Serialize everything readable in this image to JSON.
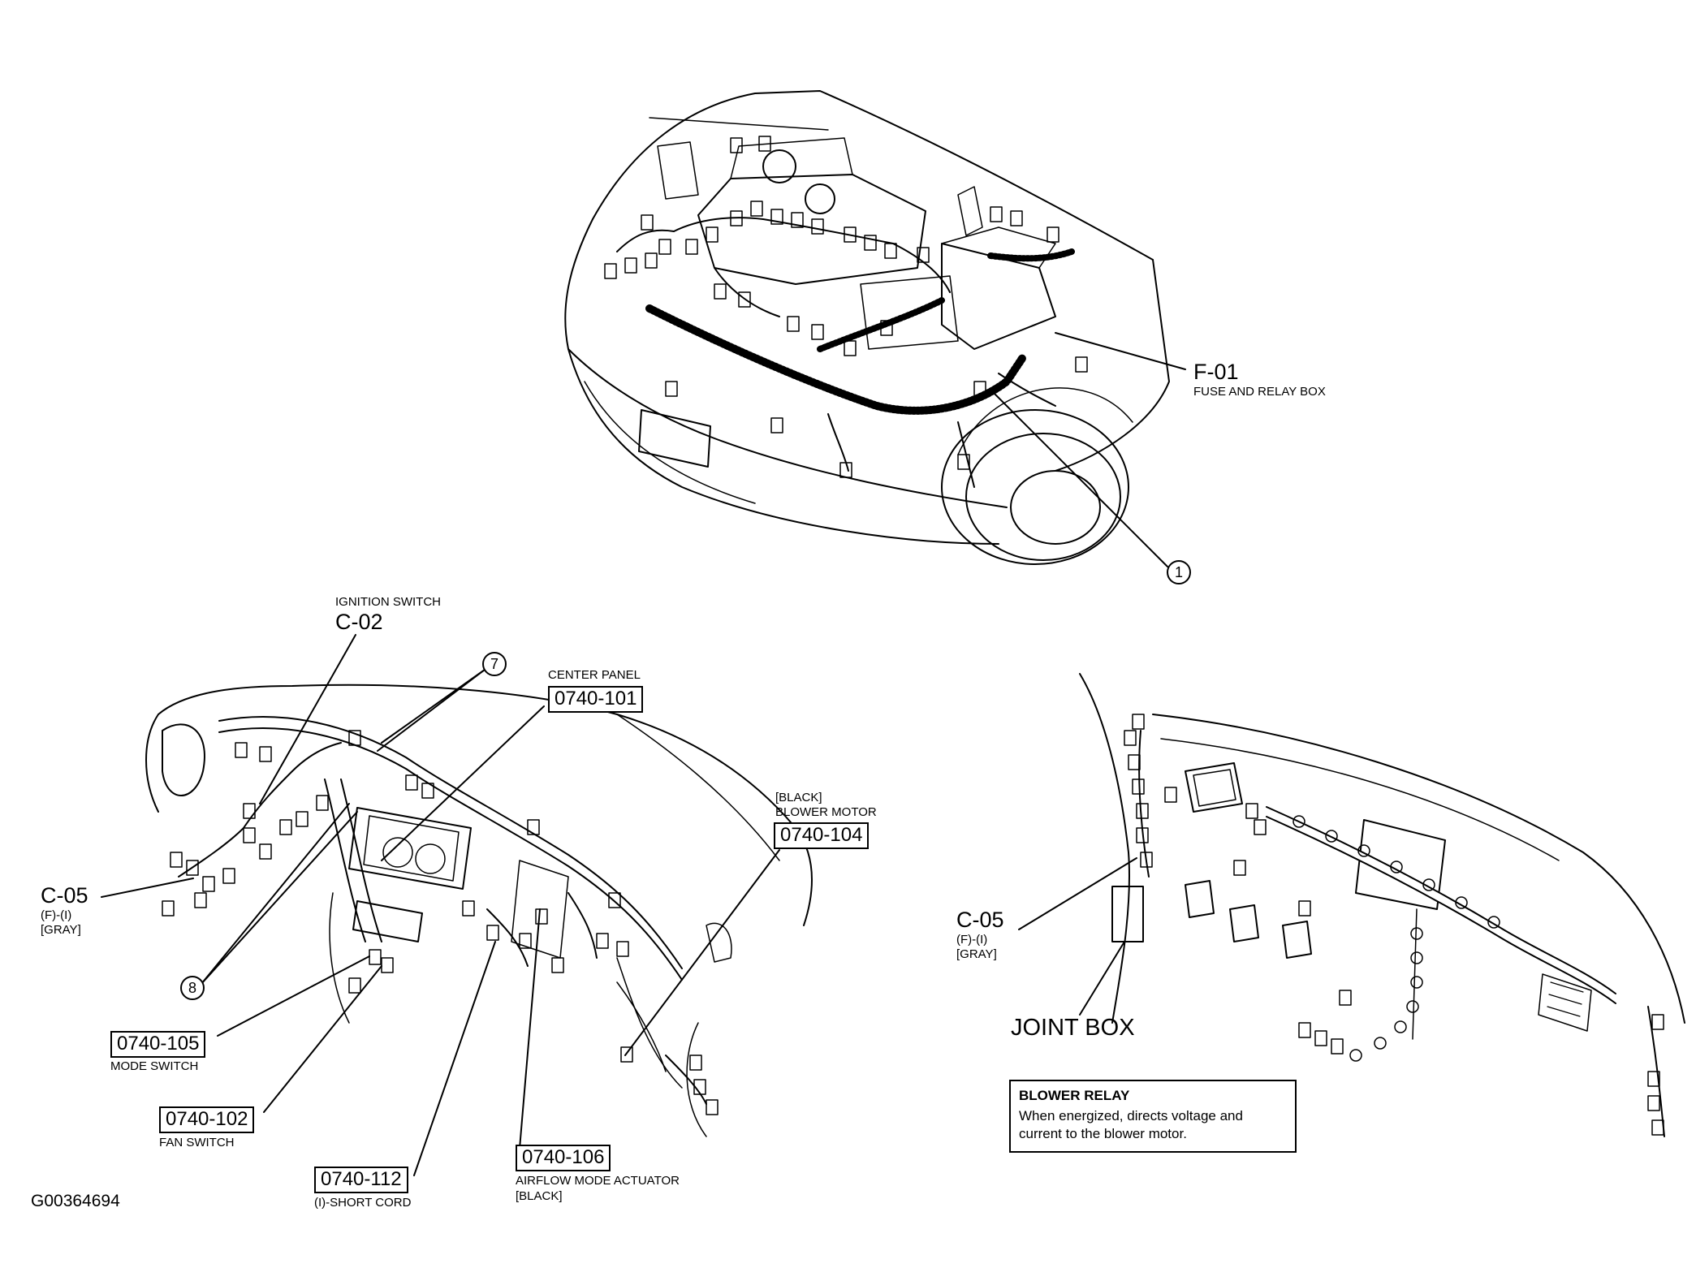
{
  "figure_id": "G00364694",
  "engine_bay": {
    "fuse_box": {
      "code": "F-01",
      "desc": "FUSE AND RELAY BOX"
    },
    "callout": "1"
  },
  "dashboard_left": {
    "ignition": {
      "desc": "IGNITION SWITCH",
      "code": "C-02"
    },
    "c05": {
      "code": "C-05",
      "sub1": "(F)-(I)",
      "sub2": "[GRAY]"
    },
    "callout_7": "7",
    "callout_8": "8",
    "center_panel": {
      "desc": "CENTER PANEL",
      "code": "0740-101"
    },
    "blower_motor": {
      "color": "[BLACK]",
      "desc": "BLOWER MOTOR",
      "code": "0740-104"
    },
    "mode_switch": {
      "code": "0740-105",
      "desc": "MODE SWITCH"
    },
    "fan_switch": {
      "code": "0740-102",
      "desc": "FAN SWITCH"
    },
    "short_cord": {
      "code": "0740-112",
      "desc": "(I)-SHORT CORD"
    },
    "airflow": {
      "code": "0740-106",
      "desc": "AIRFLOW MODE ACTUATOR",
      "color": "[BLACK]"
    }
  },
  "dashboard_right": {
    "c05": {
      "code": "C-05",
      "sub1": "(F)-(I)",
      "sub2": "[GRAY]"
    },
    "joint_box": "JOINT BOX",
    "blower_relay": {
      "title": "BLOWER RELAY",
      "line1": "When energized, directs voltage and",
      "line2": "current to the blower motor."
    }
  }
}
